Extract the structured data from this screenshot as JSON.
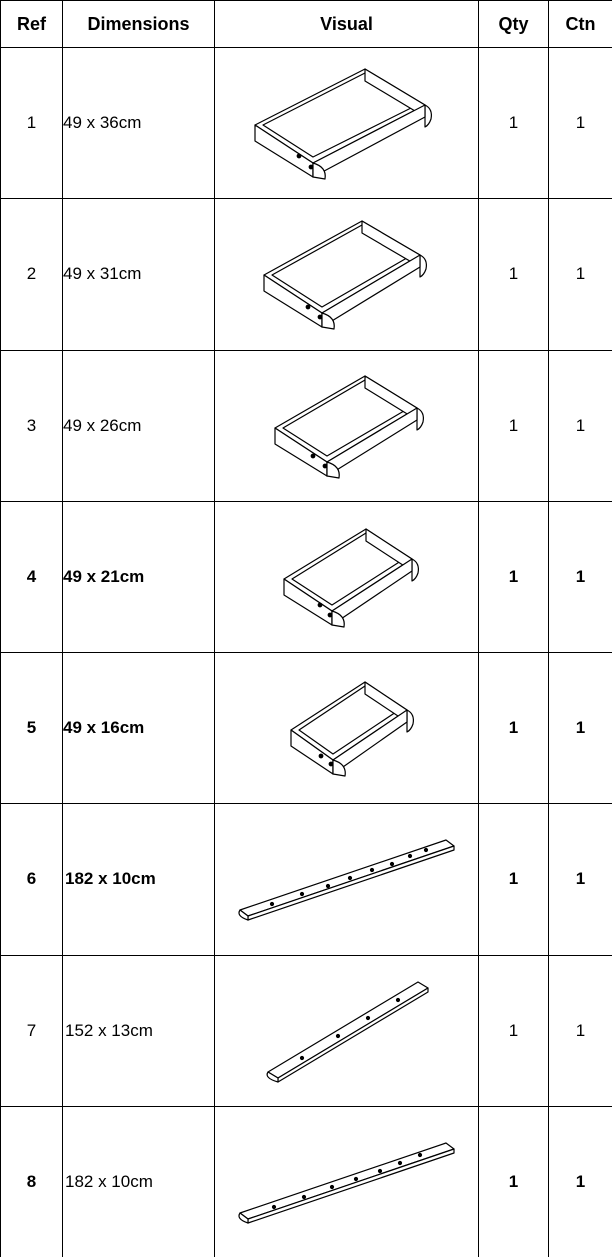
{
  "header": {
    "ref": "Ref",
    "dimensions": "Dimensions",
    "visual": "Visual",
    "qty": "Qty",
    "ctn": "Ctn"
  },
  "rows": [
    {
      "ref": "1",
      "dimensions": "49 x 36cm",
      "visual": "drawer-icon",
      "qty": "1",
      "ctn": "1"
    },
    {
      "ref": "2",
      "dimensions": "49 x 31cm",
      "visual": "drawer-icon",
      "qty": "1",
      "ctn": "1"
    },
    {
      "ref": "3",
      "dimensions": "49 x 26cm",
      "visual": "drawer-icon",
      "qty": "1",
      "ctn": "1"
    },
    {
      "ref": "4",
      "dimensions": "49 x 21cm",
      "visual": "drawer-icon",
      "qty": "1",
      "ctn": "1"
    },
    {
      "ref": "5",
      "dimensions": "49 x 16cm",
      "visual": "drawer-icon",
      "qty": "1",
      "ctn": "1"
    },
    {
      "ref": "6",
      "dimensions": "182 x 10cm",
      "visual": "rail-icon",
      "qty": "1",
      "ctn": "1"
    },
    {
      "ref": "7",
      "dimensions": "152 x 13cm",
      "visual": "rail-icon",
      "qty": "1",
      "ctn": "1"
    },
    {
      "ref": "8",
      "dimensions": "182 x 10cm",
      "visual": "rail-icon",
      "qty": "1",
      "ctn": "1"
    }
  ]
}
